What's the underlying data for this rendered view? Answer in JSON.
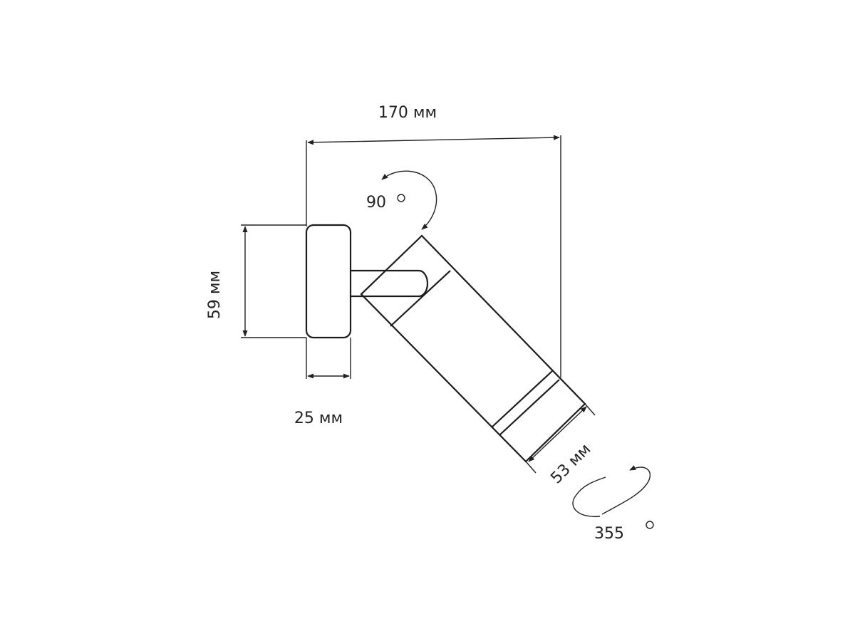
{
  "dimensions": {
    "width": "170 мм",
    "height": "59 мм",
    "depth": "25 мм",
    "diameter": "53 мм"
  },
  "rotations": {
    "tilt": "90",
    "swivel": "355"
  }
}
